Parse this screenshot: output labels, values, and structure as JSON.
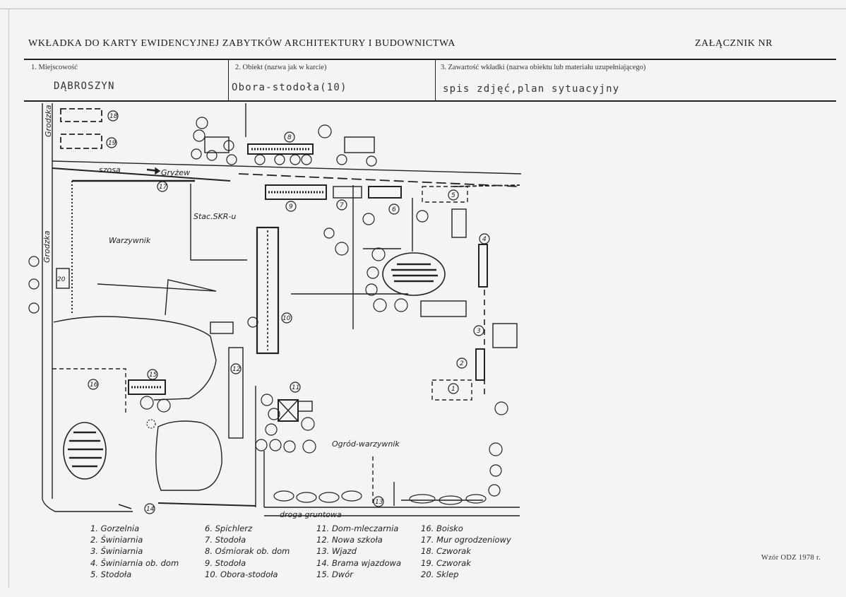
{
  "header": {
    "title": "WKŁADKA DO KARTY EWIDENCYJNEJ ZABYTKÓW ARCHITEKTURY I BUDOWNICTWA",
    "attachment": "ZAŁĄCZNIK NR"
  },
  "fields": [
    {
      "label": "1. Miejscowość",
      "value": "DĄBROSZYN"
    },
    {
      "label": "2. Obiekt (nazwa jak w karcie)",
      "value": "Obora-stodoła(10)"
    },
    {
      "label": "3. Zawartość wkładki (nazwa obiektu lub materiału uzupełniającego)",
      "value": "spis zdjęć,plan sytuacyjny"
    }
  ],
  "map": {
    "labels": {
      "road_top": "szosa",
      "road_top_dest": "Gryżew",
      "road_left_top": "Grodzka",
      "road_left": "Grodzka",
      "kitchen_garden": "Warzywnik",
      "skr_station": "Stac.SKR-u",
      "orchard": "Ogród-warzywnik",
      "dirt_road": "droga gruntowa"
    },
    "numbers": [
      "1",
      "2",
      "3",
      "4",
      "5",
      "6",
      "7",
      "8",
      "9",
      "10",
      "11",
      "12",
      "13",
      "14",
      "15",
      "16",
      "17",
      "18",
      "19",
      "20"
    ]
  },
  "legend": [
    [
      "1. Gorzelnia",
      "2. Świniarnia",
      "3. Świniarnia",
      "4. Świniarnia ob. dom",
      "5. Stodoła"
    ],
    [
      "6. Spichlerz",
      "7. Stodoła",
      "8. Ośmiorak ob. dom",
      "9. Stodoła",
      "10. Obora-stodoła"
    ],
    [
      "11. Dom-mleczarnia",
      "12. Nowa szkoła",
      "13. Wjazd",
      "14. Brama wjazdowa",
      "15. Dwór"
    ],
    [
      "16. Boisko",
      "17. Mur ogrodzeniowy",
      "18. Czworak",
      "19. Czworak",
      "20. Sklep"
    ]
  ],
  "footer": "Wzór ODZ 1978 r."
}
